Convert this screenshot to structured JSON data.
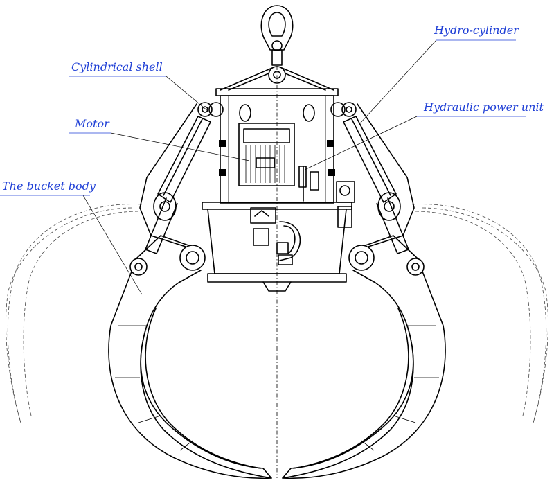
{
  "labels": {
    "hydro_cylinder": "Hydro-cylinder",
    "cylindrical_shell": "Cylindrical shell",
    "hydraulic_power_unit": "Hydraulic power unit",
    "motor": "Motor",
    "bucket_body": "The bucket body"
  },
  "colors": {
    "label_text": "#1f3fd6",
    "line": "#000000",
    "background": "#ffffff"
  }
}
